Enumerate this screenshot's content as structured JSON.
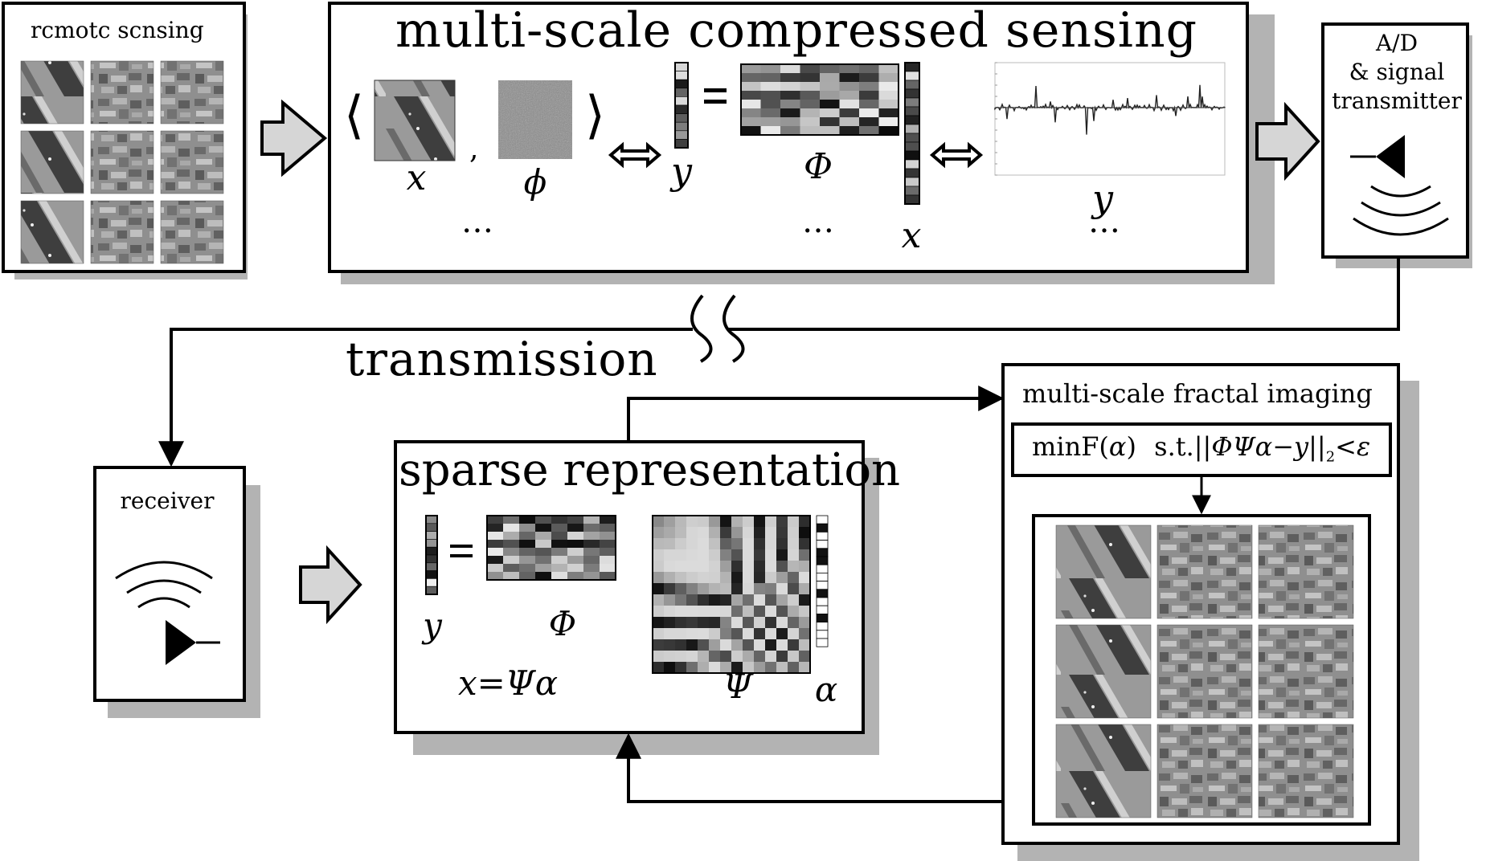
{
  "remote_sensing": {
    "label": "rcmotc scnsing"
  },
  "compressed_sensing": {
    "title": "multi-scale compressed sensing",
    "open_bracket": "⟨",
    "close_bracket": "⟩",
    "comma": ",",
    "x_label": "x",
    "phi_small_label": "ϕ",
    "y_label": "y",
    "equals": "=",
    "Phi_label": "Φ",
    "x_vec_label": "x",
    "signal_label": "y",
    "ellipsis": "…",
    "equiv": "⇔"
  },
  "transmitter": {
    "line1": "A/D",
    "line2": "& signal",
    "line3": "transmitter"
  },
  "transmission": {
    "label": "transmission"
  },
  "receiver": {
    "label": "receiver"
  },
  "sparse_representation": {
    "title": "sparse representation",
    "equals": "=",
    "y_label": "y",
    "Phi_label": "Φ",
    "Psi_label": "Ψ",
    "alpha_label": "α",
    "equation": "x=Ψα"
  },
  "fractal_imaging": {
    "title": "multi-scale fractal imaging",
    "formula_min": "minF(",
    "formula_alpha": "α",
    "formula_close": ")",
    "formula_st": "s.t.||",
    "formula_norm": "ΦΨα−y",
    "formula_end": "||",
    "formula_sub": "2",
    "formula_lt": "<",
    "formula_eps": "ε"
  }
}
